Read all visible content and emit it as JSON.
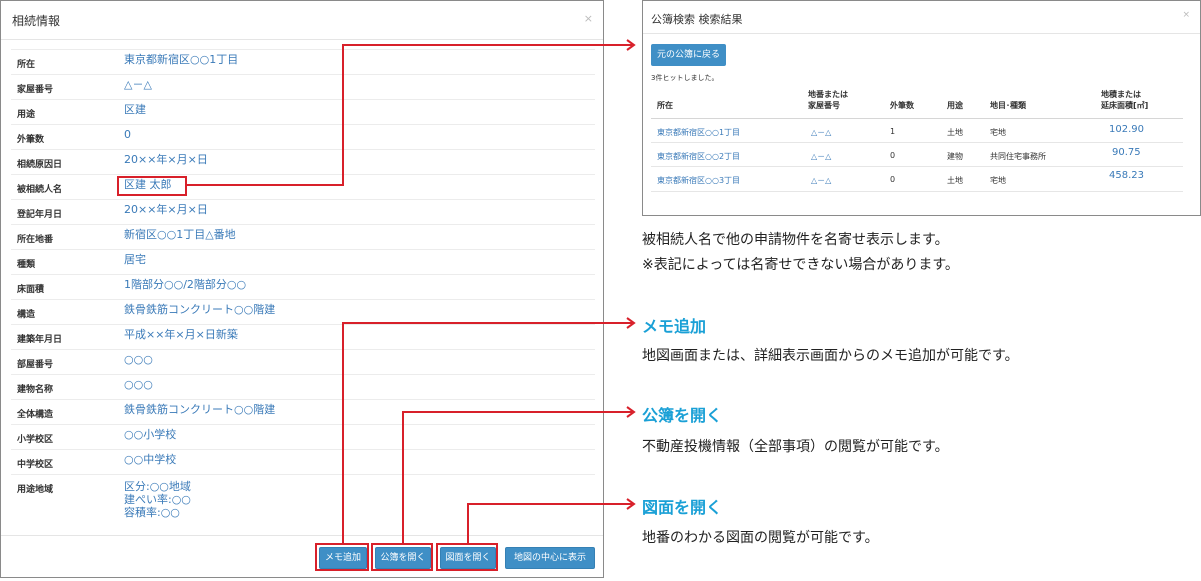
{
  "left_modal": {
    "title": "相続情報",
    "close": "×",
    "rows": [
      {
        "label": "所在",
        "value": "東京都新宿区○○1丁目"
      },
      {
        "label": "家屋番号",
        "value": "△－△"
      },
      {
        "label": "用途",
        "value": "区建"
      },
      {
        "label": "外筆数",
        "value": "0"
      },
      {
        "label": "相続原因日",
        "value": "20××年×月×日"
      },
      {
        "label": "被相続人名",
        "value": "区建 太郎"
      },
      {
        "label": "登記年月日",
        "value": "20××年×月×日"
      },
      {
        "label": "所在地番",
        "value": "新宿区○○1丁目△番地"
      },
      {
        "label": "種類",
        "value": "居宅"
      },
      {
        "label": "床面積",
        "value": "1階部分○○/2階部分○○"
      },
      {
        "label": "構造",
        "value": "鉄骨鉄筋コンクリート○○階建"
      },
      {
        "label": "建築年月日",
        "value": "平成××年×月×日新築"
      },
      {
        "label": "部屋番号",
        "value": "○○○"
      },
      {
        "label": "建物名称",
        "value": "○○○"
      },
      {
        "label": "全体構造",
        "value": "鉄骨鉄筋コンクリート○○階建"
      },
      {
        "label": "小学校区",
        "value": "○○小学校"
      },
      {
        "label": "中学校区",
        "value": "○○中学校"
      },
      {
        "label": "用途地域",
        "value": "区分:○○地域",
        "value2": "建ぺい率:○○",
        "value3": "容積率:○○"
      }
    ],
    "buttons": {
      "memo": "メモ追加",
      "koubo": "公簿を開く",
      "zumen": "図面を開く",
      "center": "地図の中心に表示"
    }
  },
  "right_modal": {
    "title": "公簿検索 検索結果",
    "close": "×",
    "back_button": "元の公簿に戻る",
    "hit_text": "3件ヒットしました。",
    "columns": [
      "所在",
      "地番または",
      "家屋番号",
      "外筆数",
      "用途",
      "地目･種類",
      "地積または",
      "延床面積[㎡]"
    ],
    "rows": [
      {
        "location": "東京都新宿区○○1丁目",
        "number": "△－△",
        "count": "1",
        "use": "土地",
        "type": "宅地",
        "area": "102.90"
      },
      {
        "location": "東京都新宿区○○2丁目",
        "number": "△－△",
        "count": "0",
        "use": "建物",
        "type": "共同住宅事務所",
        "area": "90.75"
      },
      {
        "location": "東京都新宿区○○3丁目",
        "number": "△－△",
        "count": "0",
        "use": "土地",
        "type": "宅地",
        "area": "458.23"
      }
    ]
  },
  "annotations": {
    "note1": "被相続人名で他の申請物件を名寄せ表示します。",
    "note2": "※表記によっては名寄せできない場合があります。",
    "memo_title": "メモ追加",
    "memo_desc": "地図画面または、詳細表示画面からのメモ追加が可能です。",
    "koubo_title": "公簿を開く",
    "koubo_desc": "不動産投機情報（全部事項）の閲覧が可能です。",
    "zumen_title": "図面を開く",
    "zumen_desc": "地番のわかる図面の閲覧が可能です。"
  },
  "colors": {
    "accent": "#3f8fc6",
    "highlight": "#d8202a",
    "heading": "#1aa0d6"
  }
}
